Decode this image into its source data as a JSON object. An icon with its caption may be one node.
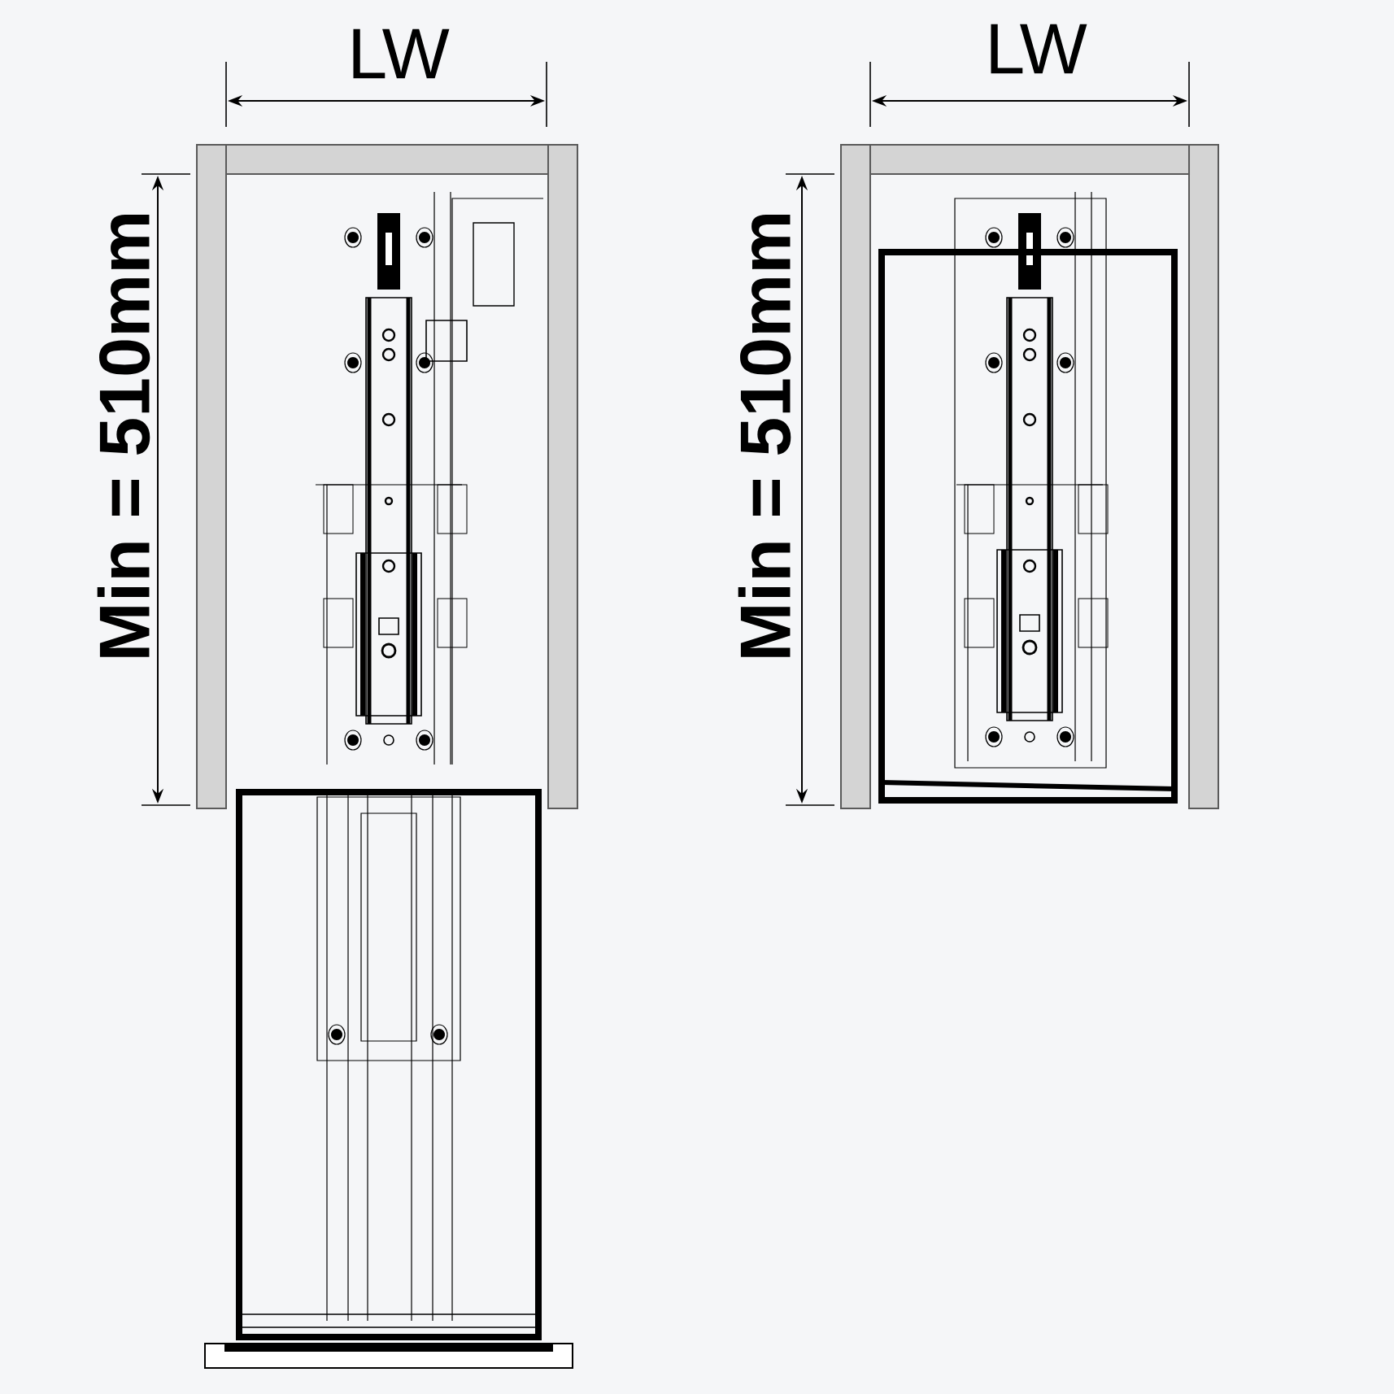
{
  "diagram": {
    "labels": [
      "LW",
      "LW",
      "Min = 510mm",
      "Min = 510mm"
    ]
  }
}
